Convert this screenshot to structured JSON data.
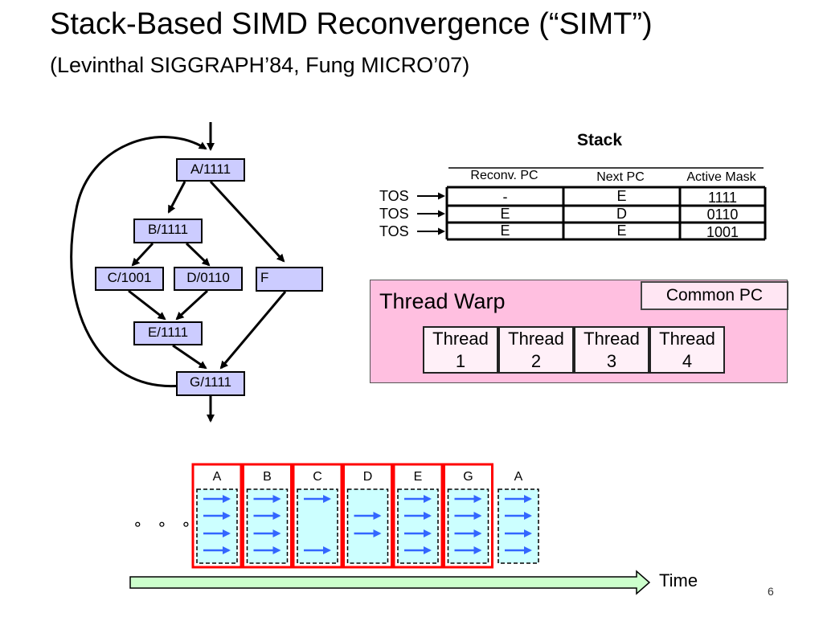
{
  "slide": {
    "title": "Stack-Based SIMD Reconvergence (“SIMT”)",
    "subtitle": "(Levinthal SIGGRAPH’84, Fung MICRO’07)",
    "page_number": "6"
  },
  "cfg": {
    "nodes": {
      "a": "A/1111",
      "b": "B/1111",
      "c": "C/1001",
      "d": "D/0110",
      "f": "F",
      "e": "E/1111",
      "g": "G/1111"
    }
  },
  "stack": {
    "title": "Stack",
    "headers": [
      "Reconv. PC",
      "Next PC",
      "Active Mask"
    ],
    "tos_label": "TOS",
    "rows": [
      [
        "-",
        "E",
        "1111"
      ],
      [
        "E",
        "D",
        "0110"
      ],
      [
        "E",
        "E",
        "1001"
      ]
    ]
  },
  "warp": {
    "label": "Thread Warp",
    "common_pc": "Common PC",
    "threads": [
      {
        "word": "Thread",
        "num": "1"
      },
      {
        "word": "Thread",
        "num": "2"
      },
      {
        "word": "Thread",
        "num": "3"
      },
      {
        "word": "Thread",
        "num": "4"
      }
    ]
  },
  "timeline": {
    "dots": "∘ ∘ ∘ ∘",
    "time_label": "Time",
    "steps": [
      {
        "label": "A",
        "mask": "1111",
        "highlighted": true
      },
      {
        "label": "B",
        "mask": "1111",
        "highlighted": true
      },
      {
        "label": "C",
        "mask": "1001",
        "highlighted": true
      },
      {
        "label": "D",
        "mask": "0110",
        "highlighted": true
      },
      {
        "label": "E",
        "mask": "1111",
        "highlighted": true
      },
      {
        "label": "G",
        "mask": "1111",
        "highlighted": true
      },
      {
        "label": "A",
        "mask": "1111",
        "highlighted": false
      }
    ]
  },
  "colors": {
    "node_fill": "#ccccff",
    "warp_fill": "#ffbfe0",
    "step_fill": "#ccffff",
    "arrow_blue": "#3366ff",
    "highlight_red": "#ff0000",
    "time_arrow_fill": "#ccffcc"
  }
}
